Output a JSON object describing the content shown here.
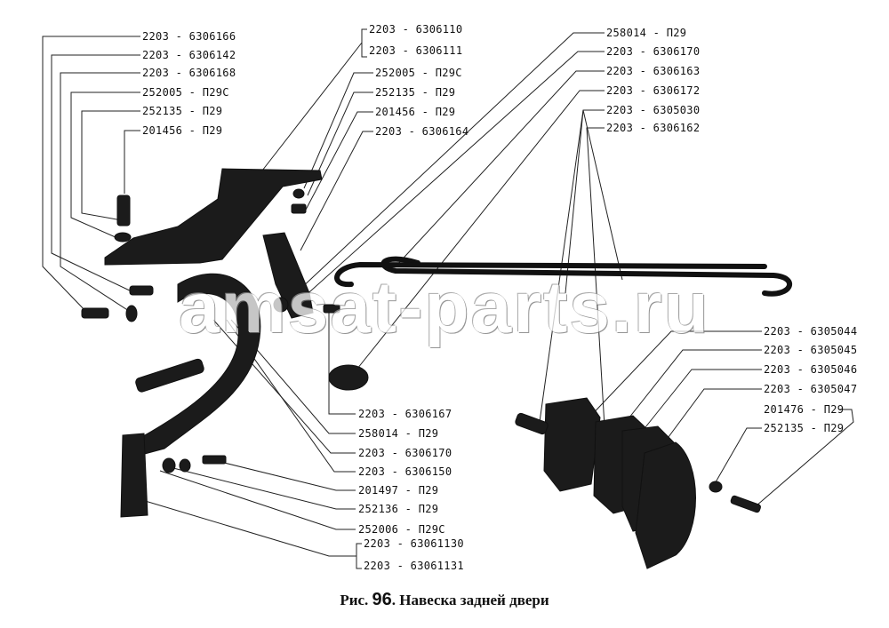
{
  "labels": {
    "l1": "2203 - 6306166",
    "l2": "2203 - 6306142",
    "l3": "2203 - 6306168",
    "l4": "252005 - П29С",
    "l5": "252135 - П29",
    "l6": "201456 - П29",
    "l7": "2203 - 6306110",
    "l8": "2203 - 6306111",
    "l9": "252005 - П29С",
    "l10": "252135 - П29",
    "l11": "201456 - П29",
    "l12": "2203 - 6306164",
    "l13": "258014 - П29",
    "l14": "2203 - 6306170",
    "l15": "2203 - 6306163",
    "l16": "2203 - 6306172",
    "l17": "2203 - 6305030",
    "l18": "2203 - 6306162",
    "l19": "2203 - 6305044",
    "l20": "2203 - 6305045",
    "l21": "2203 - 6305046",
    "l22": "2203 - 6305047",
    "l23": "201476 - П29",
    "l24": "252135 - П29",
    "l25": "2203 - 6306167",
    "l26": "258014 - П29",
    "l27": "2203 - 6306170",
    "l28": "2203 - 6306150",
    "l29": "201497 - П29",
    "l30": "252136 - П29",
    "l31": "252006 - П29С",
    "l32": "2203 - 63061130",
    "l33": "2203 - 63061131"
  },
  "caption": {
    "prefix": "Рис.",
    "number": "96",
    "title": ". Навеска задней двери"
  },
  "watermark": "amsat-parts.ru"
}
